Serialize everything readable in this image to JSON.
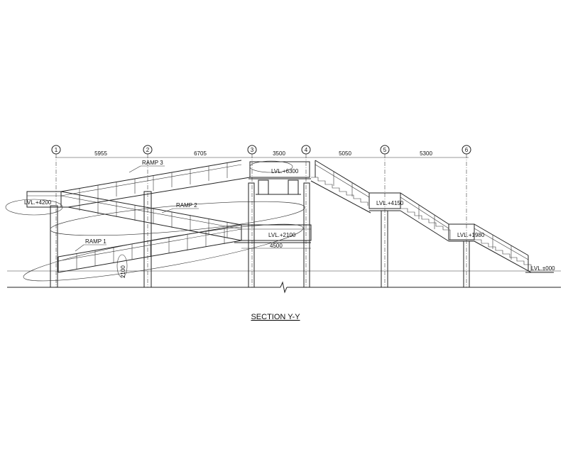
{
  "title": "SECTION Y-Y",
  "grid_labels": [
    "1",
    "2",
    "3",
    "4",
    "5",
    "6"
  ],
  "spans": [
    "5955",
    "6705",
    "3500",
    "5050",
    "5300"
  ],
  "ramps": [
    "RAMP 3",
    "RAMP 2",
    "RAMP 1"
  ],
  "levels": [
    "LVL.+6300",
    "LVL.+4200",
    "LVL.+2100",
    "LVL.+4150",
    "LVL.+1980",
    "LVL.±000"
  ],
  "dims": {
    "width": "4500",
    "rise": "2100"
  }
}
